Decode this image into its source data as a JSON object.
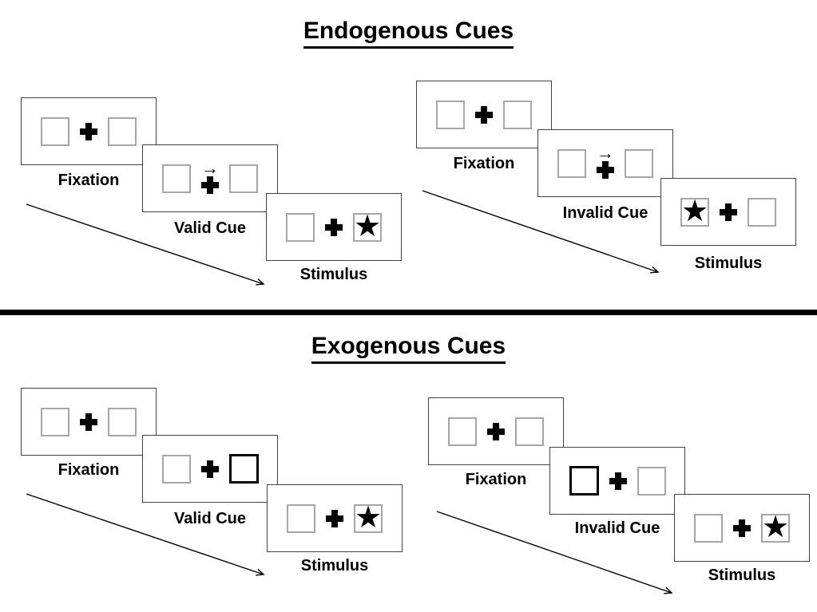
{
  "sections": [
    {
      "title": "Endogenous Cues",
      "panels": [
        {
          "name": "endogenous-valid",
          "steps": [
            {
              "label": "Fixation",
              "left_box": "empty",
              "center": "plus",
              "right_box": "empty"
            },
            {
              "label": "Valid Cue",
              "left_box": "empty",
              "center": "plus-right-arrow",
              "right_box": "empty"
            },
            {
              "label": "Stimulus",
              "left_box": "empty",
              "center": "plus",
              "right_box": "star"
            }
          ]
        },
        {
          "name": "endogenous-invalid",
          "steps": [
            {
              "label": "Fixation",
              "left_box": "empty",
              "center": "plus",
              "right_box": "empty"
            },
            {
              "label": "Invalid Cue",
              "left_box": "empty",
              "center": "plus-right-arrow",
              "right_box": "empty"
            },
            {
              "label": "Stimulus",
              "left_box": "star",
              "center": "plus",
              "right_box": "empty"
            }
          ]
        }
      ]
    },
    {
      "title": "Exogenous Cues",
      "panels": [
        {
          "name": "exogenous-valid",
          "steps": [
            {
              "label": "Fixation",
              "left_box": "empty",
              "center": "plus",
              "right_box": "empty"
            },
            {
              "label": "Valid Cue",
              "left_box": "empty",
              "center": "plus",
              "right_box": "highlighted"
            },
            {
              "label": "Stimulus",
              "left_box": "empty",
              "center": "plus",
              "right_box": "star"
            }
          ]
        },
        {
          "name": "exogenous-invalid",
          "steps": [
            {
              "label": "Fixation",
              "left_box": "empty",
              "center": "plus",
              "right_box": "empty"
            },
            {
              "label": "Invalid Cue",
              "left_box": "highlighted",
              "center": "plus",
              "right_box": "empty"
            },
            {
              "label": "Stimulus",
              "left_box": "empty",
              "center": "plus",
              "right_box": "star"
            }
          ]
        }
      ]
    }
  ],
  "glyphs": {
    "star": "★",
    "cue_arrow": "→"
  },
  "colors": {
    "card_border": "#404040",
    "box_border": "#a6a6a6",
    "highlight_border": "#000000",
    "ink": "#000000",
    "background": "#ffffff"
  }
}
